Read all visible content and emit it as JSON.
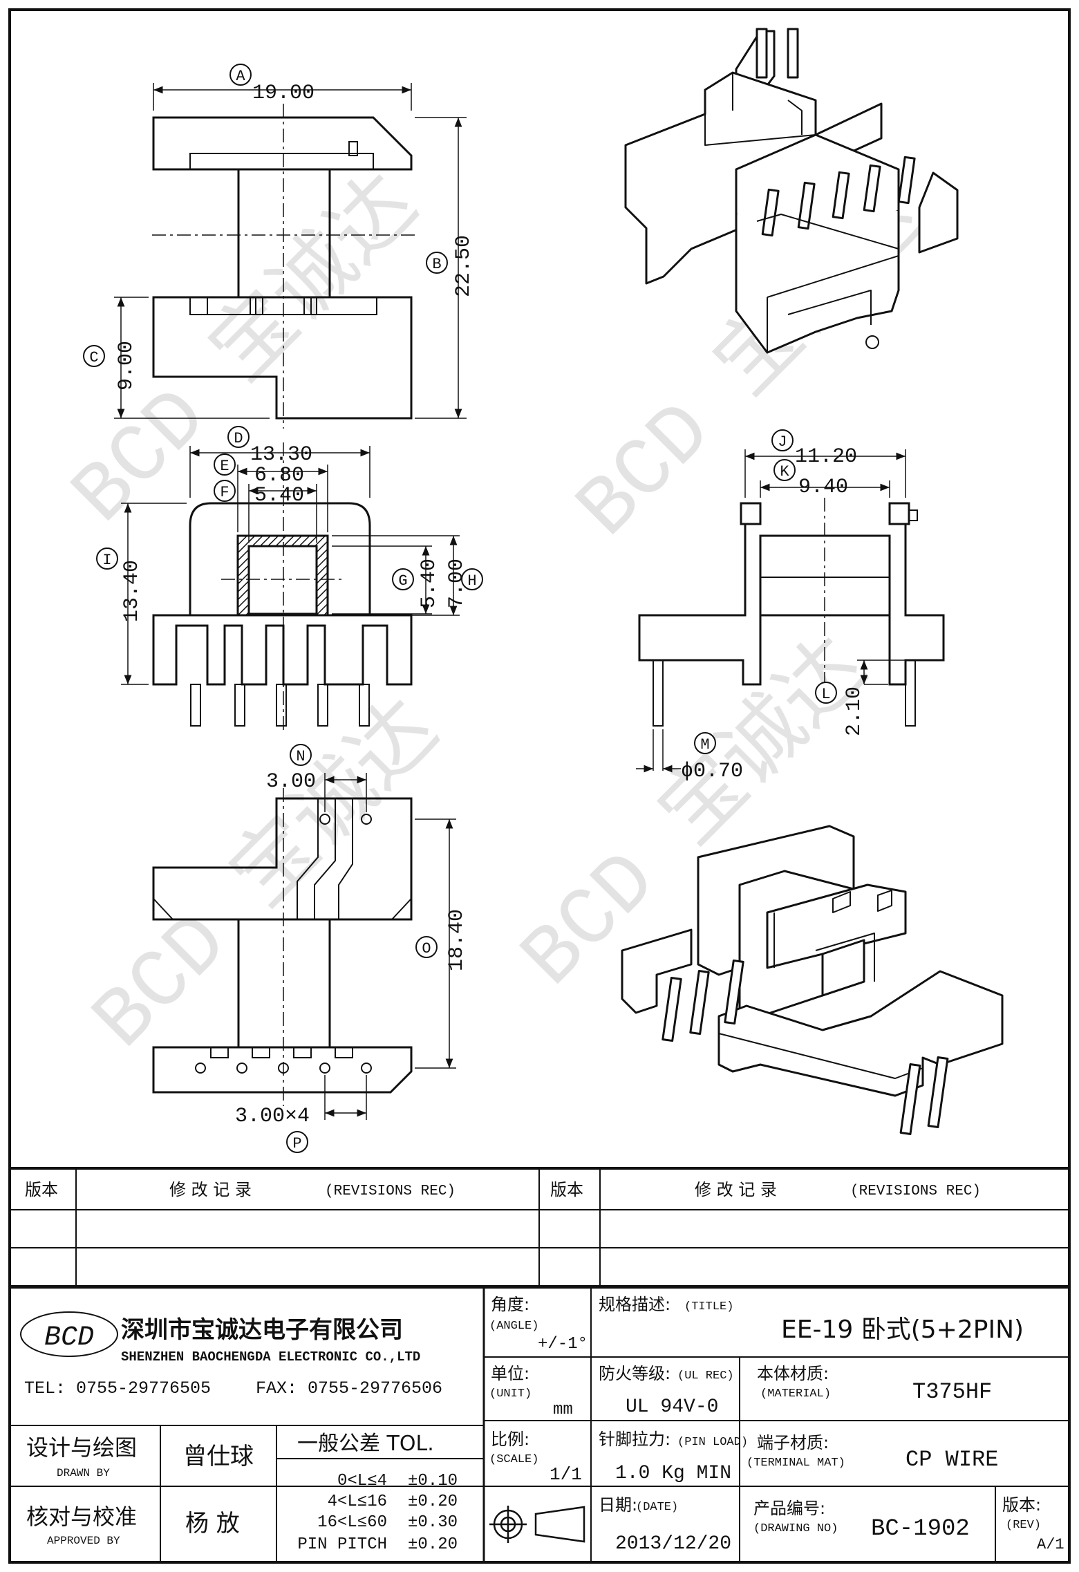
{
  "views": {
    "top": {
      "dimensions": [
        {
          "marker": "A",
          "value": "19.00"
        },
        {
          "marker": "B",
          "value": "22.50"
        },
        {
          "marker": "C",
          "value": "9.00"
        }
      ]
    },
    "front": {
      "dimensions": [
        {
          "marker": "D",
          "value": "13.30"
        },
        {
          "marker": "E",
          "value": "6.80"
        },
        {
          "marker": "F",
          "value": "5.40"
        },
        {
          "marker": "G",
          "value": "5.40"
        },
        {
          "marker": "H",
          "value": "7.00"
        },
        {
          "marker": "I",
          "value": "13.40"
        }
      ]
    },
    "side": {
      "dimensions": [
        {
          "marker": "J",
          "value": "11.20"
        },
        {
          "marker": "K",
          "value": "9.40"
        },
        {
          "marker": "L",
          "value": "2.10"
        },
        {
          "marker": "M",
          "value": "ϕ0.70"
        }
      ]
    },
    "bottom": {
      "dimensions": [
        {
          "marker": "N",
          "value": "3.00"
        },
        {
          "marker": "O",
          "value": "18.40"
        },
        {
          "marker": "P",
          "value": "3.00×4"
        }
      ]
    }
  },
  "title_block": {
    "revision_header": {
      "version_label": "版本",
      "record_label": "修 改 记 录",
      "record_en": "(REVISIONS REC)"
    },
    "company": {
      "logo_text": "BCD",
      "name_cn": "深圳市宝诚达电子有限公司",
      "name_en": "SHENZHEN BAOCHENGDA ELECTRONIC CO.,LTD",
      "tel": "TEL: 0755-29776505",
      "fax": "FAX: 0755-29776506"
    },
    "angle": {
      "label": "角度:",
      "label_en": "(ANGLE)",
      "value": "+/-1°"
    },
    "unit": {
      "label": "单位:",
      "label_en": "(UNIT)",
      "value": "mm"
    },
    "scale": {
      "label": "比例:",
      "label_en": "(SCALE)",
      "value": "1/1"
    },
    "title": {
      "label": "规格描述:",
      "label_en": "(TITLE)",
      "value": "EE-19 卧式(5+2PIN)"
    },
    "ul_rec": {
      "label": "防火等级:",
      "label_en": "(UL REC)",
      "value": "UL 94V-0"
    },
    "material": {
      "label": "本体材质:",
      "label_en": "(MATERIAL)",
      "value": "T375HF"
    },
    "pin_load": {
      "label": "针脚拉力:",
      "label_en": "(PIN LOAD)",
      "value": "1.0 Kg MIN"
    },
    "terminal": {
      "label": "端子材质:",
      "label_en": "(TERMINAL MAT)",
      "value": "CP WIRE"
    },
    "date": {
      "label": "日期:",
      "label_en": "(DATE)",
      "value": "2013/12/20"
    },
    "drawing_no": {
      "label": "产品编号:",
      "label_en": "(DRAWING NO)",
      "value": "BC-1902"
    },
    "rev": {
      "label": "版本:",
      "label_en": "(REV)",
      "value": "A/1"
    },
    "drawn_by": {
      "label": "设计与绘图",
      "label_en": "DRAWN BY",
      "value": "曾仕球"
    },
    "approved_by": {
      "label": "核对与校准",
      "label_en": "APPROVED BY",
      "value": "杨 放"
    },
    "tolerance": {
      "label": "一般公差 TOL.",
      "rows": [
        {
          "range": "0<L≤4",
          "tol": "±0.10"
        },
        {
          "range": "4<L≤16",
          "tol": "±0.20"
        },
        {
          "range": "16<L≤60",
          "tol": "±0.30"
        },
        {
          "range": "PIN PITCH",
          "tol": "±0.20"
        }
      ]
    }
  }
}
